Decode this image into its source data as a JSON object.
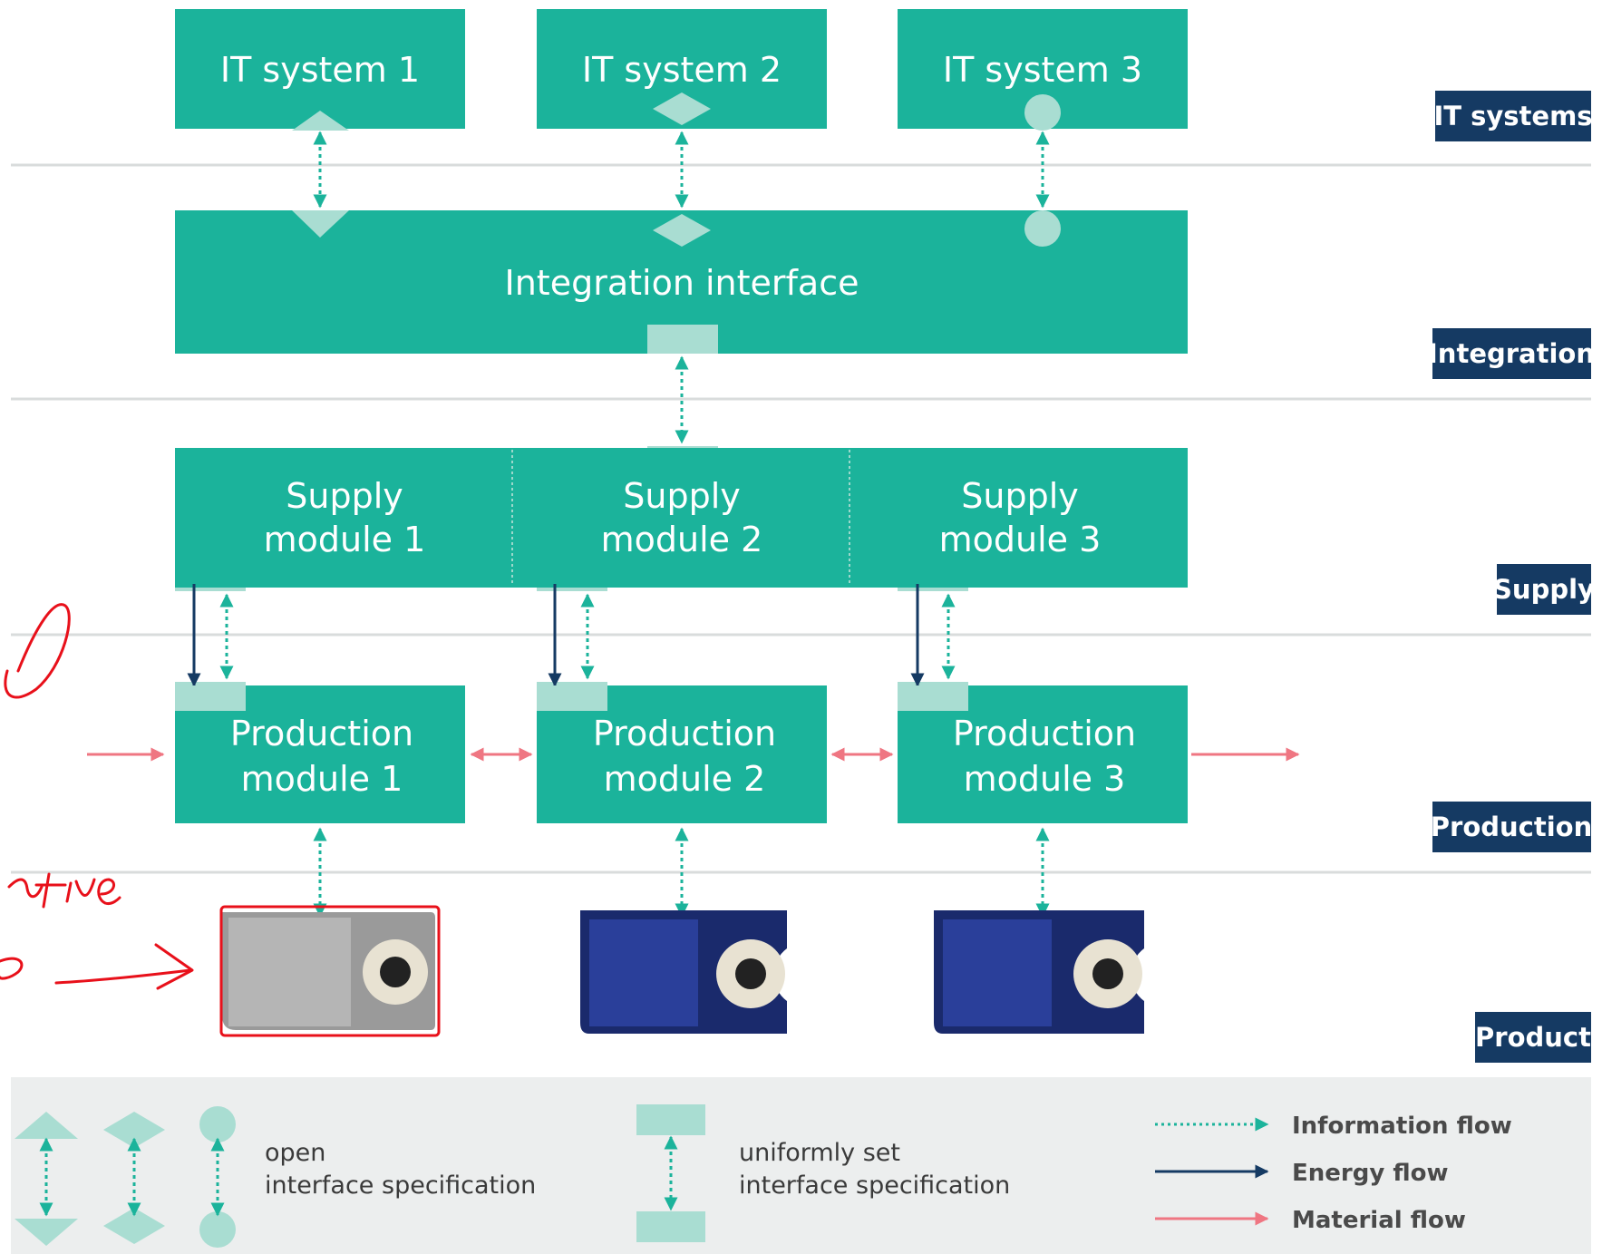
{
  "colors": {
    "teal": "#1bb39b",
    "teal_light": "#a9ddd2",
    "navy": "#153a63",
    "pink": "#ef7682",
    "separator": "#d9dcdc",
    "legend_bg": "#eceeee",
    "annotation_red": "#e8101a"
  },
  "it_systems": [
    {
      "label": "IT system 1",
      "interface_icon": "triangle"
    },
    {
      "label": "IT system 2",
      "interface_icon": "diamond"
    },
    {
      "label": "IT system 3",
      "interface_icon": "circle"
    }
  ],
  "integration": {
    "label": "Integration interface"
  },
  "supply_modules": [
    {
      "line1": "Supply",
      "line2": "module 1"
    },
    {
      "line1": "Supply",
      "line2": "module 2"
    },
    {
      "line1": "Supply",
      "line2": "module 3"
    }
  ],
  "production_modules": [
    {
      "line1": "Production",
      "line2": "module 1"
    },
    {
      "line1": "Production",
      "line2": "module 2"
    },
    {
      "line1": "Production",
      "line2": "module 3"
    }
  ],
  "layers": [
    "IT systems",
    "Integration",
    "Supply",
    "Production",
    "Product"
  ],
  "products": [
    {
      "color": "gray"
    },
    {
      "color": "navy"
    },
    {
      "color": "navy"
    }
  ],
  "legend": {
    "open_line1": "open",
    "open_line2": "interface specification",
    "uniform_line1": "uniformly set",
    "uniform_line2": "interface specification",
    "flows": [
      {
        "label": "Information flow",
        "style": "dotted-teal"
      },
      {
        "label": "Energy flow",
        "style": "solid-navy"
      },
      {
        "label": "Material flow",
        "style": "solid-pink"
      }
    ]
  },
  "annotation": {
    "visible_text_1": "tive",
    "visible_text_2": "e"
  }
}
